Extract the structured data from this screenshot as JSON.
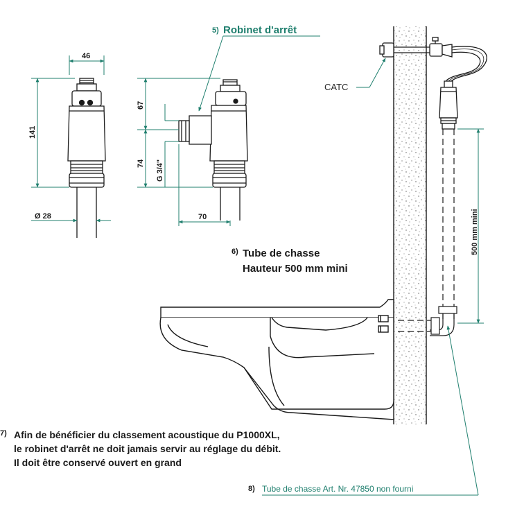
{
  "colors": {
    "accent_green": "#1f7f6e",
    "ink": "#1a1a1a",
    "dim_line": "#1f7f6e"
  },
  "dimensions": {
    "width_top": "46",
    "height_total": "141",
    "diameter": "Ø 28",
    "height_upper": "67",
    "height_lower": "74",
    "thread": "G 3/4\"",
    "width_bottom": "70",
    "tube_height": "500 mm mini"
  },
  "labels": {
    "item5_num": "5)",
    "item5_text": "Robinet d'arrêt",
    "catc": "CATC",
    "item6_num": "6)",
    "item6_line1": "Tube de chasse",
    "item6_line2": "Hauteur 500 mm mini",
    "item7_num": "7)",
    "item7_line1": "Afin de bénéficier du classement acoustique du P1000XL,",
    "item7_line2": "le robinet d'arrêt ne doit jamais servir au réglage du débit.",
    "item7_line3": "Il doit être conservé ouvert en grand",
    "item8_num": "8)",
    "item8_text": "Tube de chasse Art. Nr. 47850  non fourni"
  }
}
